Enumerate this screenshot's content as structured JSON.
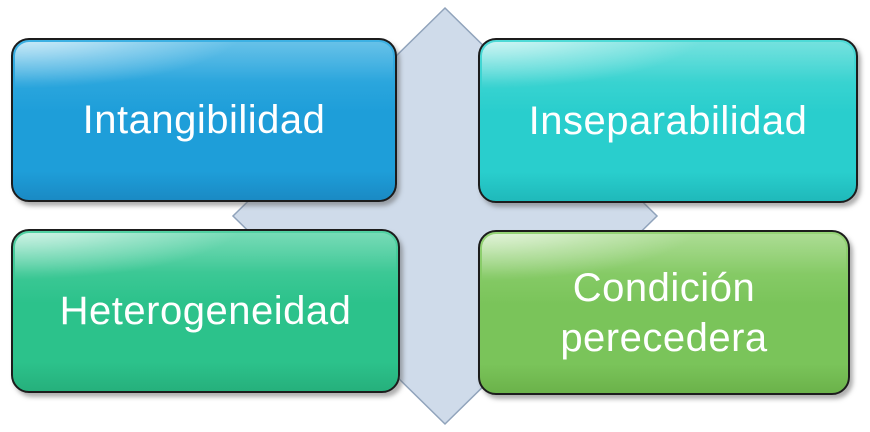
{
  "diagram": {
    "type": "matrix-diagram",
    "background_color": "#ffffff",
    "text_color": "#ffffff",
    "card_border_color": "#1c1c1c",
    "diamond": {
      "fill": "#cfdbea",
      "stroke": "#90a3bb"
    },
    "cards": [
      {
        "label": "Intangibilidad",
        "position": "top-left",
        "color_light": "#3db1e3",
        "color_main": "#1e9ed9",
        "color_dark": "#1a8ac4"
      },
      {
        "label": "Inseparabilidad",
        "position": "top-right",
        "color_light": "#4edad6",
        "color_main": "#29cecd",
        "color_dark": "#1fb9ba"
      },
      {
        "label": "Heterogeneidad",
        "position": "bottom-left",
        "color_light": "#52d1a3",
        "color_main": "#2cc28b",
        "color_dark": "#26b07c"
      },
      {
        "label": "Condición perecedera",
        "position": "bottom-right",
        "color_light": "#95d376",
        "color_main": "#7ac45a",
        "color_dark": "#6bb24a"
      }
    ]
  }
}
